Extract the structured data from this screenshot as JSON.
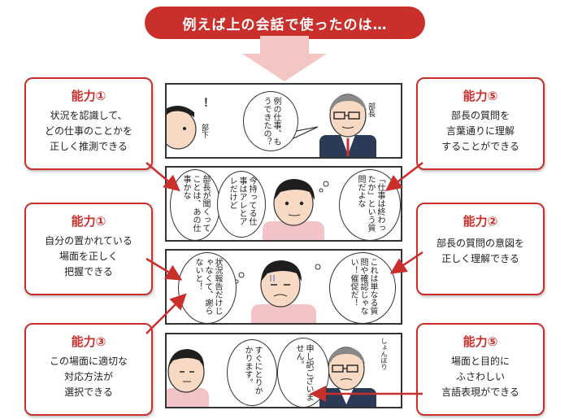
{
  "banner": {
    "text": "例えば上の会話で使ったのは…"
  },
  "boxes": [
    {
      "title": "能力①",
      "lines": [
        "状況を認識して、",
        "どの仕事のことかを",
        "正しく推測できる"
      ]
    },
    {
      "title": "能力①",
      "lines": [
        "自分の置かれている",
        "場面を正しく",
        "把握できる"
      ]
    },
    {
      "title": "能力③",
      "lines": [
        "この場面に適切な",
        "対応方法が",
        "選択できる"
      ]
    },
    {
      "title": "能力⑤",
      "lines": [
        "部長の質問を",
        "言葉通りに理解",
        "することができる"
      ]
    },
    {
      "title": "能力②",
      "lines": [
        "部長の質問の意図を",
        "正しく理解できる"
      ]
    },
    {
      "title": "能力⑤",
      "lines": [
        "場面と目的に",
        "ふさわしい",
        "言語表現ができる"
      ]
    }
  ],
  "comic": {
    "p1": {
      "bubble": "例の仕事、もうできたの？",
      "label_boss": "部長",
      "label_sub": "部下",
      "mark": "！"
    },
    "p2": {
      "bubble_left": "部長が聞くってことは、あの仕事かな",
      "bubble_mid": "今持ってる仕事はアレとアレだけど",
      "bubble_right": "「仕事は終わったか」という質問だよな"
    },
    "p3": {
      "bubble_left": "状況報告だけじゃなくて、謝らないと！",
      "bubble_right": "これは単なる質問や確認じゃない！催促だ！"
    },
    "p4": {
      "bubble_left": "すぐにとりかかります。",
      "bubble_right": "申し訳ございません。",
      "sfx": "しょんぼり"
    }
  },
  "colors": {
    "accent": "#c9302c",
    "arrow_light": "#f3c6c4",
    "skin": "#f7d9c4",
    "shirt": "#f2c4c8",
    "suit": "#2b3a57"
  }
}
